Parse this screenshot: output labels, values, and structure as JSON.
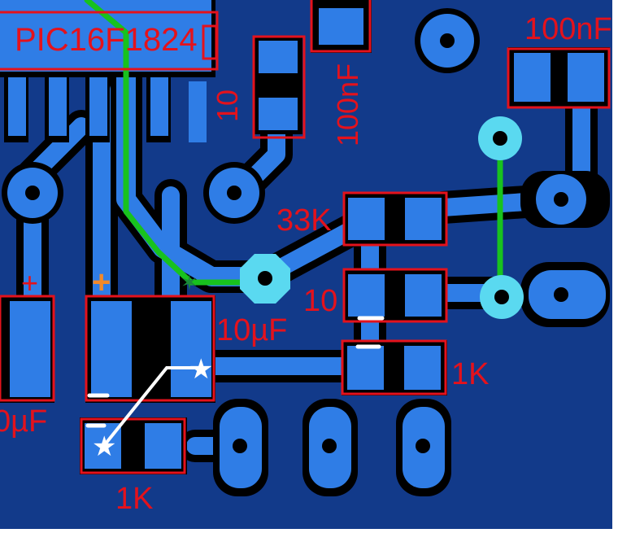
{
  "colors": {
    "board": "#123a8a",
    "copper": "#2f7de6",
    "keepout": "#000000",
    "outline": "#e4121c",
    "via": "#5ad9f0",
    "green_wire": "#18c21e",
    "orange_mark": "#f2892a",
    "white": "#ffffff",
    "page_bg": "#ffffff"
  },
  "labels": {
    "chip": "PIC16F1824",
    "r_10_vertical": "10",
    "c_100nF_vertical": "100nF",
    "c_100nF_top_right": "100nF",
    "r_33k": "33K",
    "r_10": "10",
    "c_10uF": "10µF",
    "c_left_uF": "0µF",
    "r_1k_right": "1K",
    "r_1k_bottom": "1K",
    "plus_left": "+",
    "plus_orange": "+"
  }
}
